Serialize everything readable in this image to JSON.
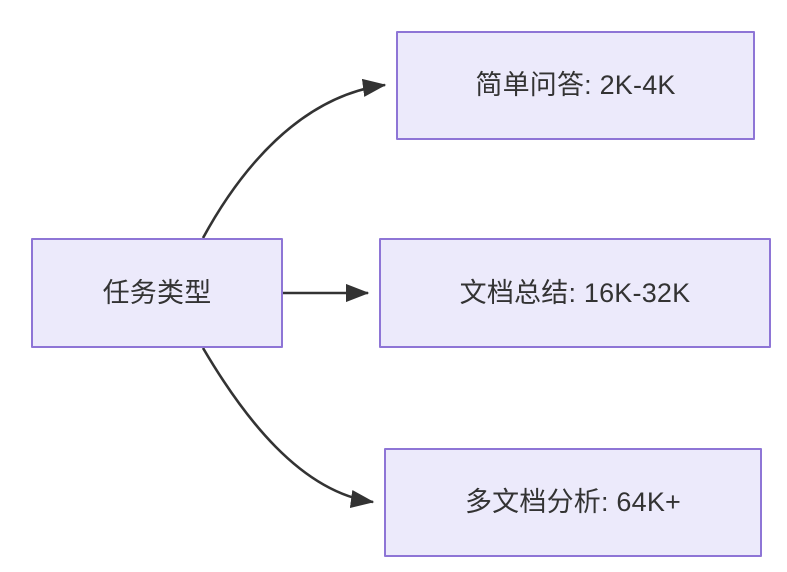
{
  "diagram": {
    "type": "flowchart",
    "direction": "left-to-right",
    "background_color": "#FFFFFF",
    "node_fill_color": "#ECEAFB",
    "node_border_color": "#8E75D6",
    "node_text_color": "#333333",
    "edge_color": "#333333",
    "nodes": {
      "root": {
        "label": "任务类型"
      },
      "simple_qa": {
        "label": "简单问答: 2K-4K"
      },
      "doc_summary": {
        "label": "文档总结: 16K-32K"
      },
      "multi_doc": {
        "label": "多文档分析: 64K+"
      }
    },
    "edges": [
      {
        "from": "root",
        "to": "simple_qa",
        "label": "",
        "style": "curved-arrow"
      },
      {
        "from": "root",
        "to": "doc_summary",
        "label": "",
        "style": "straight-arrow"
      },
      {
        "from": "root",
        "to": "multi_doc",
        "label": "",
        "style": "curved-arrow"
      }
    ]
  }
}
